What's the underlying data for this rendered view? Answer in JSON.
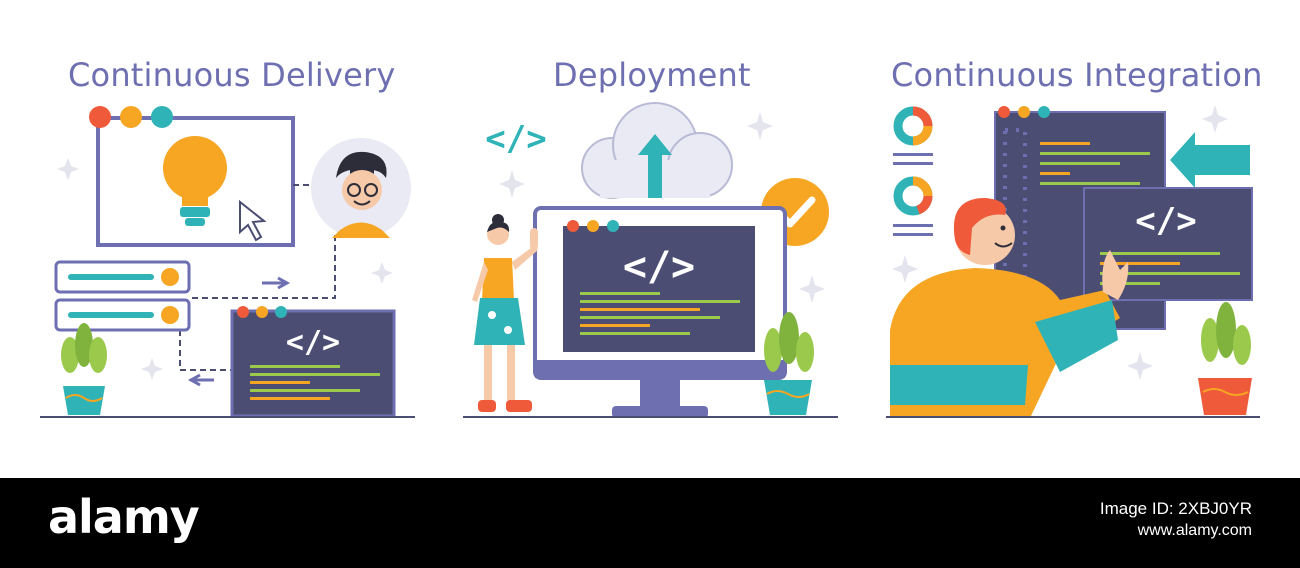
{
  "panels": [
    {
      "title": "Continuous Delivery",
      "code_tag": "</>"
    },
    {
      "title": "Deployment",
      "code_tag_monitor": "</>",
      "code_tag_floating": "</>"
    },
    {
      "title": "Continuous Integration",
      "code_tag": "</>"
    }
  ],
  "footer": {
    "brand": "alamy",
    "image_id": "Image ID: 2XBJ0YR",
    "url": "www.alamy.com"
  },
  "colors": {
    "title": "#6d6fb0",
    "navy": "#4c4d73",
    "teal": "#2fb3b7",
    "orange": "#f6a623",
    "red": "#ef5a3a",
    "green": "#9bc94b"
  }
}
